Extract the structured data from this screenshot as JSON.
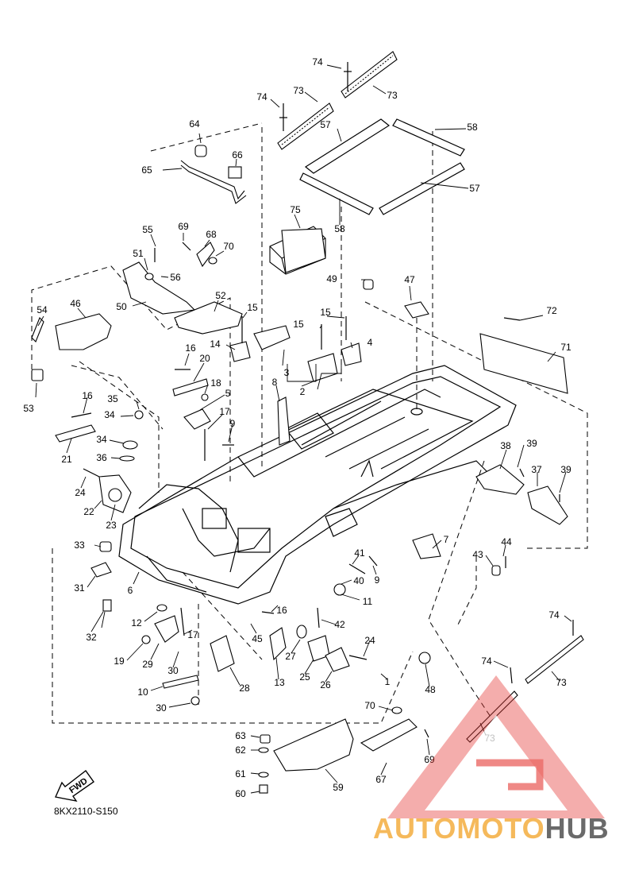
{
  "diagram_code": "8KX2110-S150",
  "direction_label": "FWD",
  "watermark": {
    "brand_part1": "AUTOMOTO",
    "brand_part2": "HUB",
    "color_primary": "#f4b24a",
    "color_secondary": "#5a5a5a",
    "color_logo": "#e53935"
  },
  "callouts": [
    {
      "id": "c74a",
      "label": "74"
    },
    {
      "id": "c73a",
      "label": "73"
    },
    {
      "id": "c74b",
      "label": "74"
    },
    {
      "id": "c73b",
      "label": "73"
    },
    {
      "id": "c64",
      "label": "64"
    },
    {
      "id": "c57a",
      "label": "57"
    },
    {
      "id": "c58a",
      "label": "58"
    },
    {
      "id": "c66",
      "label": "66"
    },
    {
      "id": "c65",
      "label": "65"
    },
    {
      "id": "c57b",
      "label": "57"
    },
    {
      "id": "c75",
      "label": "75"
    },
    {
      "id": "c58b",
      "label": "58"
    },
    {
      "id": "c55",
      "label": "55"
    },
    {
      "id": "c69a",
      "label": "69"
    },
    {
      "id": "c68",
      "label": "68"
    },
    {
      "id": "c70a",
      "label": "70"
    },
    {
      "id": "c51",
      "label": "51"
    },
    {
      "id": "c56",
      "label": "56"
    },
    {
      "id": "c49",
      "label": "49"
    },
    {
      "id": "c47",
      "label": "47"
    },
    {
      "id": "c50",
      "label": "50"
    },
    {
      "id": "c52",
      "label": "52"
    },
    {
      "id": "c54",
      "label": "54"
    },
    {
      "id": "c46",
      "label": "46"
    },
    {
      "id": "c15a",
      "label": "15"
    },
    {
      "id": "c15b",
      "label": "15"
    },
    {
      "id": "c15c",
      "label": "15"
    },
    {
      "id": "c72",
      "label": "72"
    },
    {
      "id": "c14",
      "label": "14"
    },
    {
      "id": "c4",
      "label": "4"
    },
    {
      "id": "c71",
      "label": "71"
    },
    {
      "id": "c16a",
      "label": "16"
    },
    {
      "id": "c20",
      "label": "20"
    },
    {
      "id": "c3",
      "label": "3"
    },
    {
      "id": "c2",
      "label": "2"
    },
    {
      "id": "c8",
      "label": "8"
    },
    {
      "id": "c53",
      "label": "53"
    },
    {
      "id": "c16b",
      "label": "16"
    },
    {
      "id": "c18",
      "label": "18"
    },
    {
      "id": "c5",
      "label": "5"
    },
    {
      "id": "c35",
      "label": "35"
    },
    {
      "id": "c34a",
      "label": "34"
    },
    {
      "id": "c17a",
      "label": "17"
    },
    {
      "id": "c9a",
      "label": "9"
    },
    {
      "id": "c21",
      "label": "21"
    },
    {
      "id": "c34b",
      "label": "34"
    },
    {
      "id": "c38",
      "label": "38"
    },
    {
      "id": "c39a",
      "label": "39"
    },
    {
      "id": "c36",
      "label": "36"
    },
    {
      "id": "c37",
      "label": "37"
    },
    {
      "id": "c39b",
      "label": "39"
    },
    {
      "id": "c24a",
      "label": "24"
    },
    {
      "id": "c22",
      "label": "22"
    },
    {
      "id": "c23",
      "label": "23"
    },
    {
      "id": "c7",
      "label": "7"
    },
    {
      "id": "c33",
      "label": "33"
    },
    {
      "id": "c44",
      "label": "44"
    },
    {
      "id": "c43",
      "label": "43"
    },
    {
      "id": "c41",
      "label": "41"
    },
    {
      "id": "c9b",
      "label": "9"
    },
    {
      "id": "c40",
      "label": "40"
    },
    {
      "id": "c31",
      "label": "31"
    },
    {
      "id": "c6",
      "label": "6"
    },
    {
      "id": "c11",
      "label": "11"
    },
    {
      "id": "c16c",
      "label": "16"
    },
    {
      "id": "c12",
      "label": "12"
    },
    {
      "id": "c42",
      "label": "42"
    },
    {
      "id": "c32",
      "label": "32"
    },
    {
      "id": "c17b",
      "label": "17"
    },
    {
      "id": "c45",
      "label": "45"
    },
    {
      "id": "c74c",
      "label": "74"
    },
    {
      "id": "c24b",
      "label": "24"
    },
    {
      "id": "c19",
      "label": "19"
    },
    {
      "id": "c29",
      "label": "29"
    },
    {
      "id": "c27",
      "label": "27"
    },
    {
      "id": "c30a",
      "label": "30"
    },
    {
      "id": "c13",
      "label": "13"
    },
    {
      "id": "c25",
      "label": "25"
    },
    {
      "id": "c26",
      "label": "26"
    },
    {
      "id": "c1",
      "label": "1"
    },
    {
      "id": "c74d",
      "label": "74"
    },
    {
      "id": "c73c",
      "label": "73"
    },
    {
      "id": "c28",
      "label": "28"
    },
    {
      "id": "c48",
      "label": "48"
    },
    {
      "id": "c10",
      "label": "10"
    },
    {
      "id": "c30b",
      "label": "30"
    },
    {
      "id": "c70b",
      "label": "70"
    },
    {
      "id": "c63",
      "label": "63"
    },
    {
      "id": "c73d",
      "label": "73"
    },
    {
      "id": "c62",
      "label": "62"
    },
    {
      "id": "c69b",
      "label": "69"
    },
    {
      "id": "c61",
      "label": "61"
    },
    {
      "id": "c67",
      "label": "67"
    },
    {
      "id": "c59",
      "label": "59"
    },
    {
      "id": "c60",
      "label": "60"
    }
  ]
}
